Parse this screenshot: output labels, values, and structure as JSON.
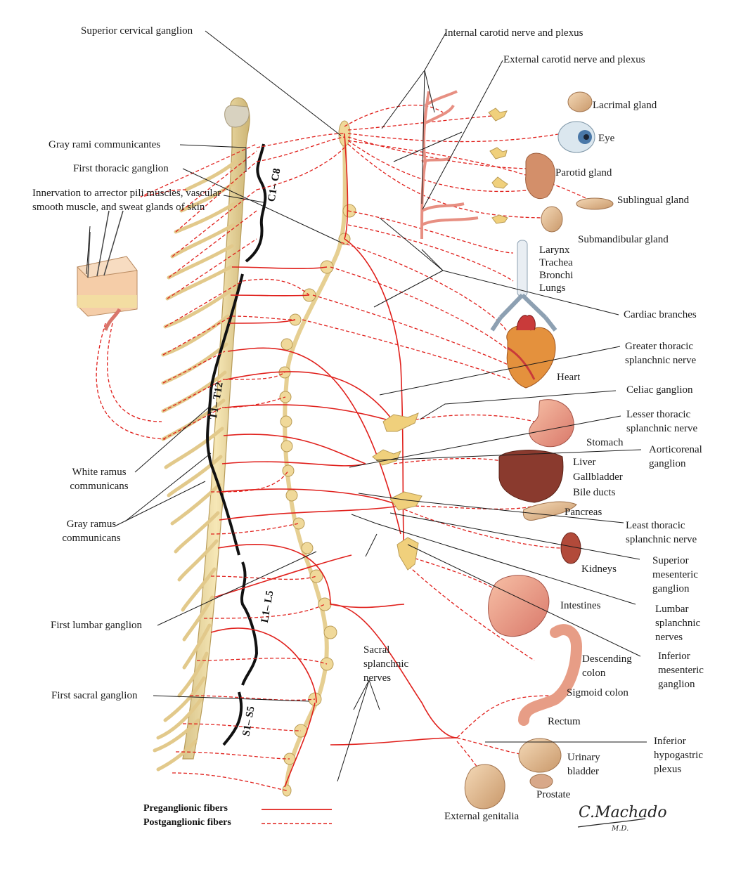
{
  "labels": {
    "superior_cervical_ganglion": "Superior cervical ganglion",
    "internal_carotid": "Internal carotid nerve and plexus",
    "external_carotid": "External carotid nerve and plexus",
    "lacrimal_gland": "Lacrimal gland",
    "eye": "Eye",
    "parotid_gland": "Parotid  gland",
    "sublingual_gland": "Sublingual gland",
    "submandibular_gland": "Submandibular gland",
    "larynx": "Larynx",
    "trachea": "Trachea",
    "bronchi": "Bronchi",
    "lungs": "Lungs",
    "cardiac_branches": "Cardiac branches",
    "greater_thoracic": "Greater thoracic splanchnic nerve",
    "heart": "Heart",
    "celiac_ganglion": "Celiac ganglion",
    "lesser_thoracic": "Lesser thoracic splanchnic nerve",
    "stomach": "Stomach",
    "aorticorenal": "Aorticorenal ganglion",
    "liver": "Liver",
    "gallbladder": "Gallbladder",
    "bile_ducts": "Bile ducts",
    "pancreas": "Pancreas",
    "least_thoracic": "Least thoracic splanchnic nerve",
    "kidneys": "Kidneys",
    "superior_mesenteric": "Superior mesenteric ganglion",
    "intestines": "Intestines",
    "lumbar_splanchnic": "Lumbar splanchnic nerves",
    "descending_colon": "Descending colon",
    "inferior_mesenteric": "Inferior mesenteric ganglion",
    "sigmoid_colon": "Sigmoid colon",
    "rectum": "Rectum",
    "inferior_hypogastric": "Inferior hypogastric plexus",
    "urinary_bladder": "Urinary bladder",
    "prostate": "Prostate",
    "external_genitalia": "External genitalia",
    "gray_rami": "Gray rami communicantes",
    "first_thoracic": "First thoracic ganglion",
    "innervation": "Innervation to arrector pili muscles, vascular smooth muscle, and sweat glands of skin",
    "white_ramus": "White ramus communicans",
    "gray_ramus": "Gray ramus communicans",
    "first_lumbar": "First lumbar ganglion",
    "first_sacral": "First sacral ganglion",
    "sacral_splanchnic": "Sacral splanchnic nerves"
  },
  "segments": {
    "cervical": "C1– C8",
    "thoracic": "T1– T12",
    "lumbar": "L1– L5",
    "sacral": "S1– S5"
  },
  "legend": {
    "preganglionic": "Preganglionic fibers",
    "postganglionic": "Postganglionic fibers"
  },
  "signature": {
    "name": "C.Machado",
    "suffix": "M.D."
  },
  "colors": {
    "nerve_red": "#e0201c",
    "ganglion": "#f1dca0",
    "organ": "#f0a48a",
    "text": "#1a1a1a"
  }
}
